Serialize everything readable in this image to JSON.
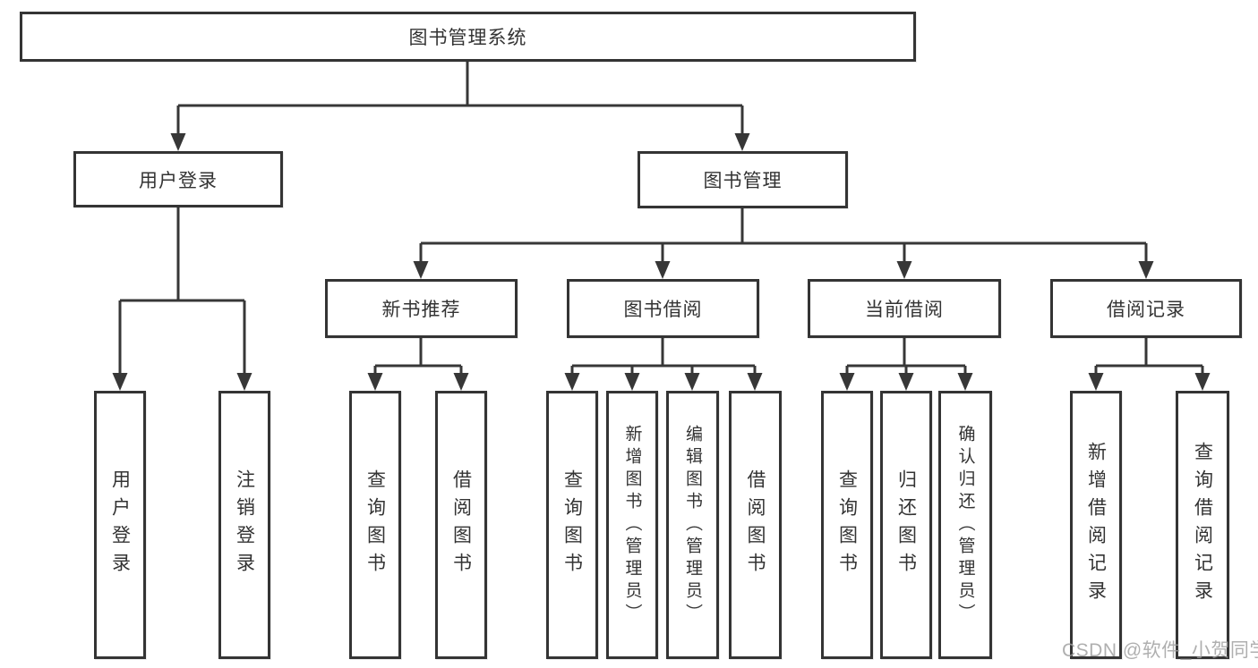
{
  "diagram": {
    "root": {
      "label": "图书管理系统"
    },
    "branches": [
      {
        "label": "用户登录",
        "children": [
          {
            "label": "用户登录"
          },
          {
            "label": "注销登录"
          }
        ]
      },
      {
        "label": "图书管理",
        "children": [
          {
            "label": "新书推荐",
            "children": [
              {
                "label": "查询图书"
              },
              {
                "label": "借阅图书"
              }
            ]
          },
          {
            "label": "图书借阅",
            "children": [
              {
                "label": "查询图书"
              },
              {
                "label": "新增图书（管理员）"
              },
              {
                "label": "编辑图书（管理员）"
              },
              {
                "label": "借阅图书"
              }
            ]
          },
          {
            "label": "当前借阅",
            "children": [
              {
                "label": "查询图书"
              },
              {
                "label": "归还图书"
              },
              {
                "label": "确认归还（管理员）"
              }
            ]
          },
          {
            "label": "借阅记录",
            "children": [
              {
                "label": "新增借阅记录"
              },
              {
                "label": "查询借阅记录"
              }
            ]
          }
        ]
      }
    ],
    "watermark": "CSDN @软件_小贺同学",
    "colors": {
      "line": "#373737",
      "box_border": "#343434",
      "text": "#333333",
      "watermark": "#9e9e9e",
      "background": "#ffffff"
    }
  }
}
